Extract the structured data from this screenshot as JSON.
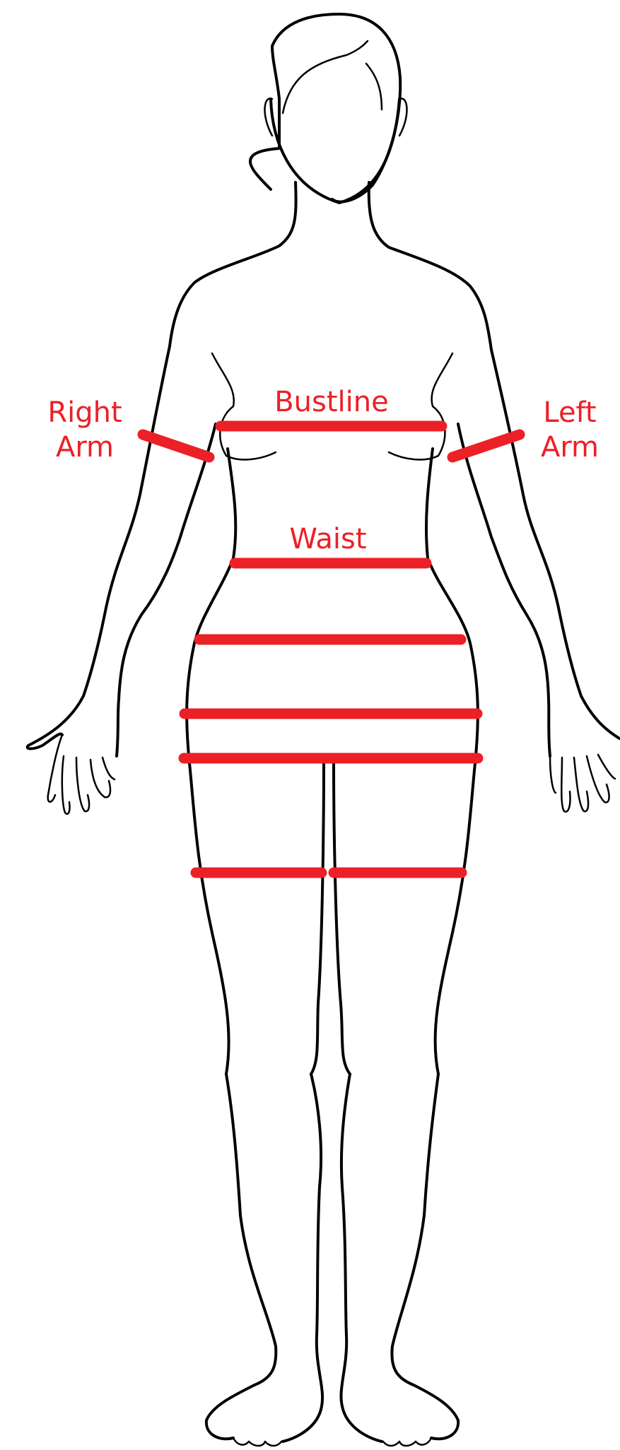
{
  "colors": {
    "outline": "#000000",
    "measure": "#ec2027",
    "background": "#ffffff"
  },
  "labels": {
    "bustline": "Bustline",
    "waist": "Waist",
    "right_arm_line1": "Right",
    "right_arm_line2": "Arm",
    "left_arm_line1": "Left",
    "left_arm_line2": "Arm"
  },
  "measurement_lines": [
    "bustline",
    "waist",
    "right-arm",
    "left-arm",
    "high-hip",
    "hip",
    "low-hip",
    "right-thigh",
    "left-thigh"
  ]
}
